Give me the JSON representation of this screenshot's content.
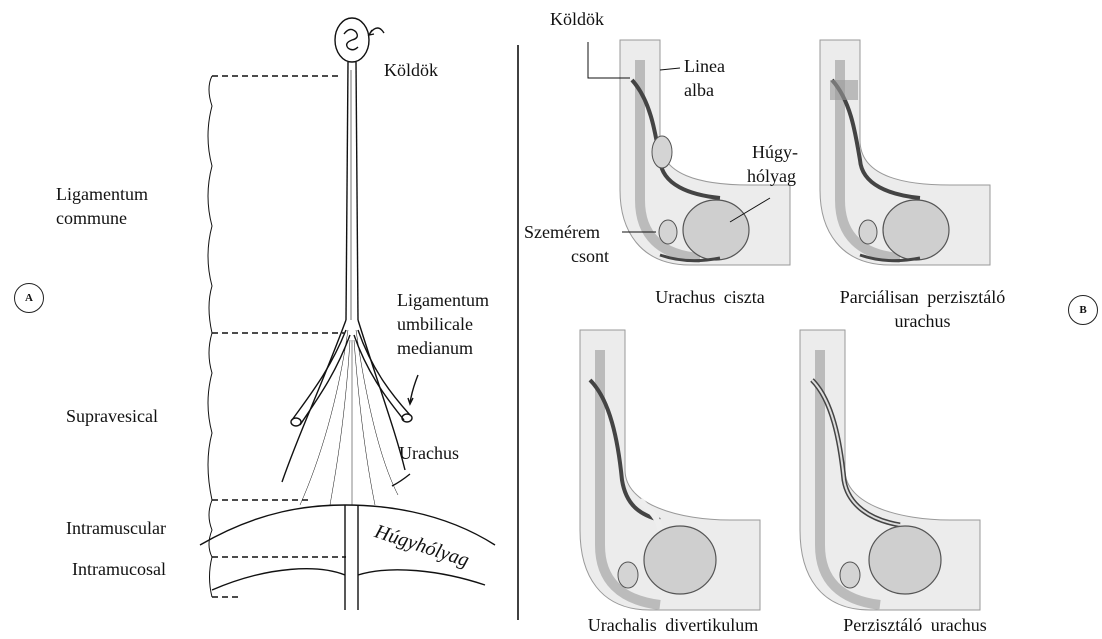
{
  "panel_a": {
    "badge": "A",
    "labels": {
      "koldok": "Köldök",
      "lig_commune_1": "Ligamentum",
      "lig_commune_2": "commune",
      "lig_umb_1": "Ligamentum",
      "lig_umb_2": "umbilicale",
      "lig_umb_3": "medianum",
      "supravesical": "Supravesical",
      "urachus": "Urachus",
      "intramuscular": "Intramuscular",
      "intramucosal": "Intramucosal",
      "hugyholyag": "Húgyhólyag"
    }
  },
  "panel_b": {
    "badge": "B",
    "labels": {
      "koldok": "Köldök",
      "linea_1": "Linea",
      "linea_2": "alba",
      "hugy_1": "Húgy-",
      "hugy_2": "hólyag",
      "szemerem_1": "Szemérem",
      "szemerem_2": "csont"
    },
    "captions": {
      "c1": "Urachus ciszta",
      "c2a": "Parciálisan perzisztáló",
      "c2b": "urachus",
      "c3": "Urachalis divertikulum",
      "c4": "Perzisztáló urachus"
    }
  },
  "colors": {
    "ink": "#111111",
    "tissue": "#e8e8e8",
    "organ": "#cfcfcf",
    "duct": "#555555"
  }
}
